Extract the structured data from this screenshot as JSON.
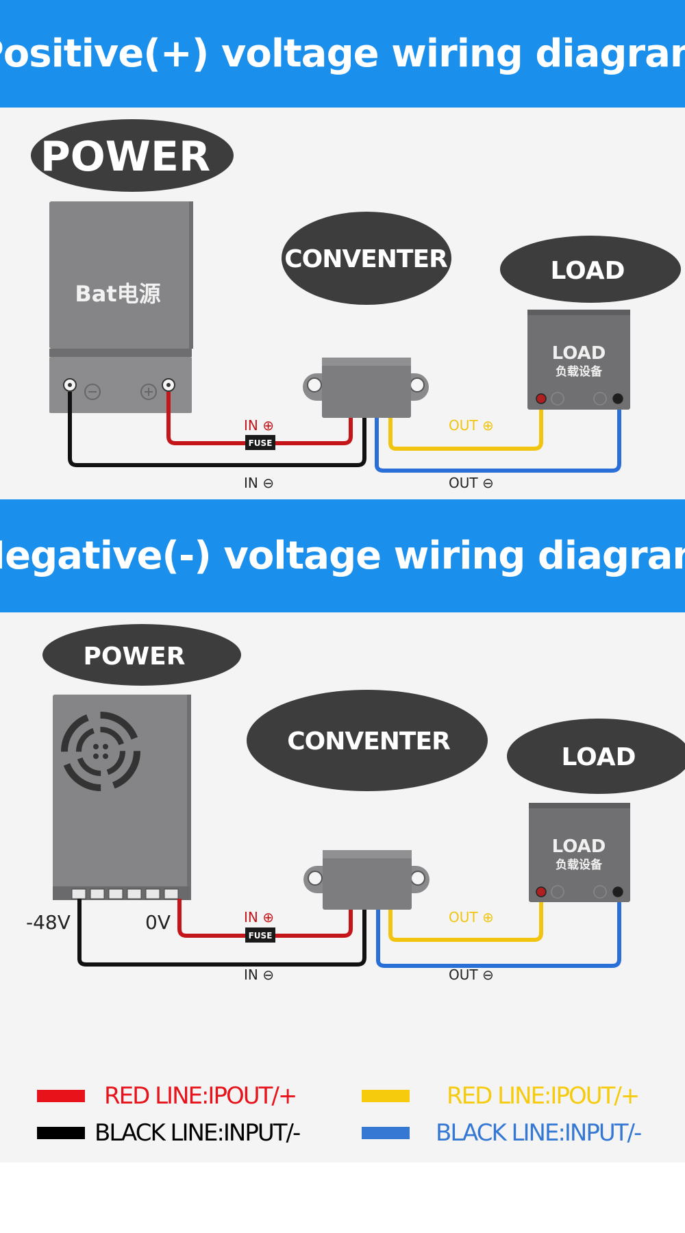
{
  "top": {
    "title": "Positive(+) voltage wiring diagram",
    "power_label": "POWER",
    "converter_label": "CONVENTER",
    "load_label": "LOAD",
    "battery_text": "Bat电源",
    "load_box_title": "LOAD",
    "load_box_subtitle": "负载设备",
    "in_pos": "IN ⊕",
    "in_neg": "IN ⊖",
    "out_pos": "OUT ⊕",
    "out_neg": "OUT ⊖",
    "fuse": "FUSE"
  },
  "bottom": {
    "title": "Negative(-) voltage wiring diagram",
    "power_label": "POWER",
    "converter_label": "CONVENTER",
    "load_label": "LOAD",
    "load_box_title": "LOAD",
    "load_box_subtitle": "负载设备",
    "v_neg": "-48V",
    "v_zero": "0V",
    "in_pos": "IN ⊕",
    "in_neg": "IN ⊖",
    "out_pos": "OUT ⊕",
    "out_neg": "OUT ⊖",
    "fuse": "FUSE"
  },
  "legend": [
    {
      "text": "RED LINE:IPOUT/+",
      "color": "#e8121b",
      "text_color": "#e8121b"
    },
    {
      "text": "BLACK LINE:INPUT/-",
      "color": "#000000",
      "text_color": "#000000"
    },
    {
      "text": "RED LINE:IPOUT/+",
      "color": "#f6cb0e",
      "text_color": "#f6cb0e"
    },
    {
      "text": "BLACK LINE:INPUT/-",
      "color": "#3478d4",
      "text_color": "#3478d4"
    }
  ],
  "colors": {
    "banner": "#1a8fec",
    "wire_red": "#c3151a",
    "wire_black": "#111111",
    "wire_yellow": "#f1c40f",
    "wire_blue": "#2a6ed8"
  }
}
